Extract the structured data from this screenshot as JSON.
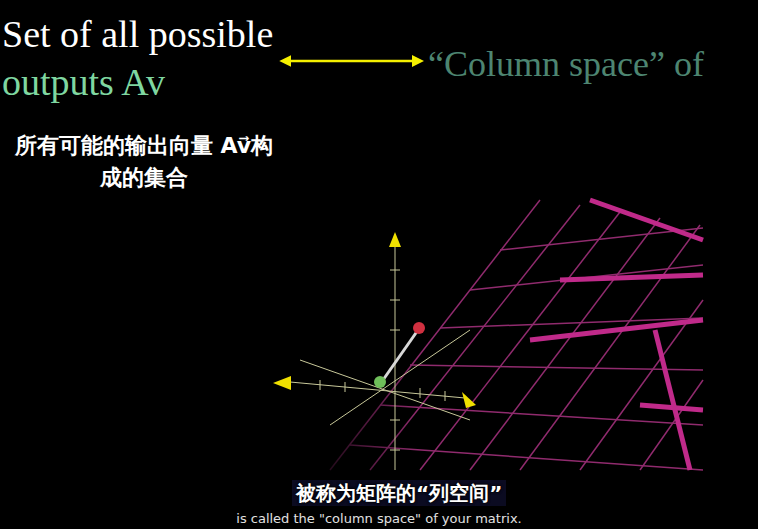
{
  "diagram": {
    "nodes": [
      {
        "text": [
          "Set of all possible",
          "outputs Av⃗"
        ]
      },
      {
        "text": [
          "“Column space” of"
        ]
      }
    ],
    "edges": [
      {
        "from": 0,
        "to": 1,
        "arrow": "both"
      }
    ],
    "labels": [
      "所有可能的输出向量 Av⃗构成的集合",
      "被称为矩阵的“列空间”",
      "is called the \"column space\" of your matrix."
    ]
  }
}
